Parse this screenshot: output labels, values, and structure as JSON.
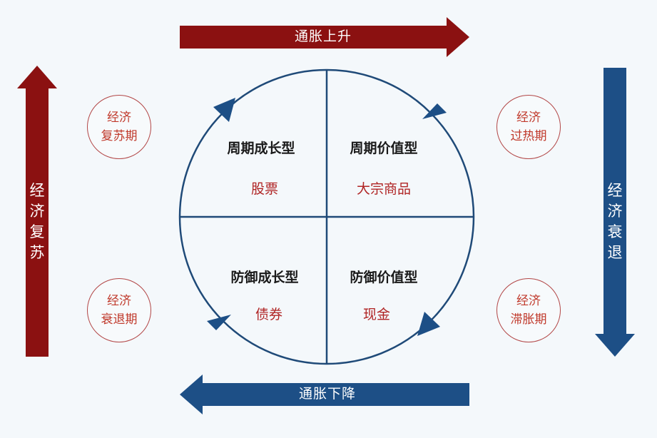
{
  "arrows": {
    "top": "通胀上升",
    "bottom": "通胀下降",
    "left": "经济复苏",
    "right": "经济衰退"
  },
  "phases": {
    "recovery": {
      "line1": "经济",
      "line2": "复苏期"
    },
    "overheat": {
      "line1": "经济",
      "line2": "过热期"
    },
    "recession": {
      "line1": "经济",
      "line2": "衰退期"
    },
    "stagflation": {
      "line1": "经济",
      "line2": "滞胀期"
    }
  },
  "quadrants": {
    "top_left": {
      "title": "周期成长型",
      "asset": "股票"
    },
    "top_right": {
      "title": "周期价值型",
      "asset": "大宗商品"
    },
    "bottom_left": {
      "title": "防御成长型",
      "asset": "债券"
    },
    "bottom_right": {
      "title": "防御价值型",
      "asset": "现金"
    }
  },
  "colors": {
    "red_arrow": "#8b1111",
    "blue_arrow": "#1d4f86",
    "circle": "#1f4a78",
    "asset_text": "#b02525",
    "phase_ring": "#b24646"
  }
}
